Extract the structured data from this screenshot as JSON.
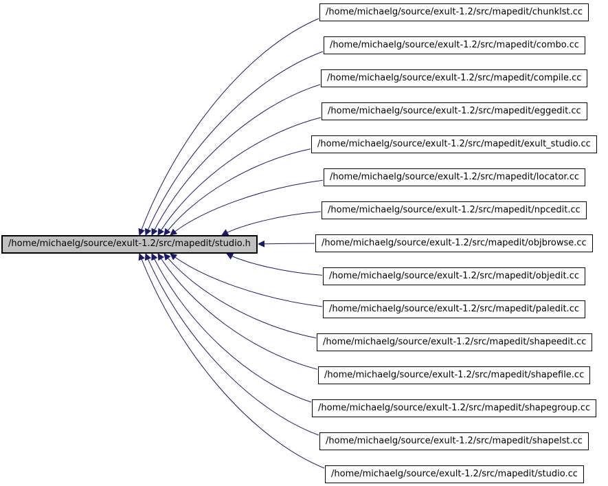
{
  "diagram": {
    "type": "include-dependency-graph",
    "main_node": {
      "label": "/home/michaelg/source/exult-1.2/src/mapedit/studio.h"
    },
    "includers": [
      "/home/michaelg/source/exult-1.2/src/mapedit/chunklst.cc",
      "/home/michaelg/source/exult-1.2/src/mapedit/combo.cc",
      "/home/michaelg/source/exult-1.2/src/mapedit/compile.cc",
      "/home/michaelg/source/exult-1.2/src/mapedit/eggedit.cc",
      "/home/michaelg/source/exult-1.2/src/mapedit/exult_studio.cc",
      "/home/michaelg/source/exult-1.2/src/mapedit/locator.cc",
      "/home/michaelg/source/exult-1.2/src/mapedit/npcedit.cc",
      "/home/michaelg/source/exult-1.2/src/mapedit/objbrowse.cc",
      "/home/michaelg/source/exult-1.2/src/mapedit/objedit.cc",
      "/home/michaelg/source/exult-1.2/src/mapedit/paledit.cc",
      "/home/michaelg/source/exult-1.2/src/mapedit/shapeedit.cc",
      "/home/michaelg/source/exult-1.2/src/mapedit/shapefile.cc",
      "/home/michaelg/source/exult-1.2/src/mapedit/shapegroup.cc",
      "/home/michaelg/source/exult-1.2/src/mapedit/shapelst.cc",
      "/home/michaelg/source/exult-1.2/src/mapedit/studio.cc"
    ],
    "colors": {
      "edge": "#191970",
      "main_node_fill": "#c0c0c0",
      "node_fill": "#ffffff",
      "node_border": "#000000",
      "text": "#000000",
      "background": "#ffffff"
    }
  }
}
